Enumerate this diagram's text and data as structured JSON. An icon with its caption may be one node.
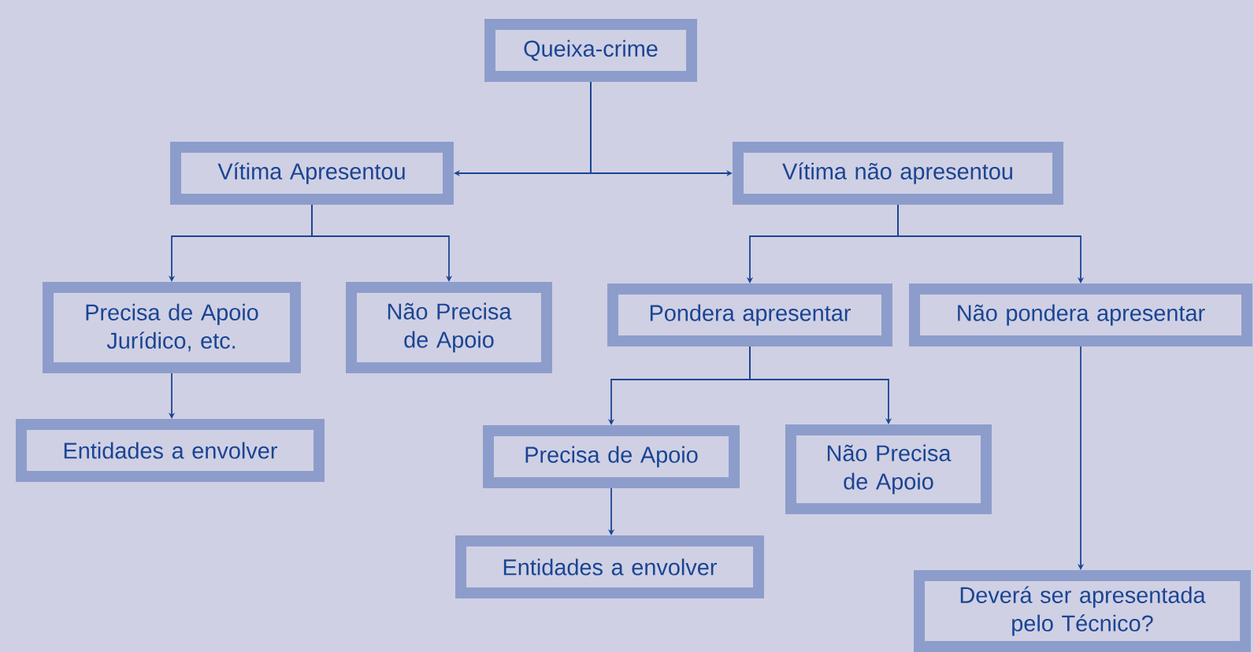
{
  "diagram": {
    "nodes": [
      {
        "text": [
          "Queixa-crime"
        ]
      },
      {
        "text": [
          "Vítima Apresentou"
        ]
      },
      {
        "text": [
          "Vítima não apresentou"
        ]
      },
      {
        "text": [
          "Precisa de Apoio Jurídico, etc."
        ]
      },
      {
        "text": [
          "Não Precisa de Apoio"
        ]
      },
      {
        "text": [
          "Pondera apresentar"
        ]
      },
      {
        "text": [
          "Não pondera apresentar"
        ]
      },
      {
        "text": [
          "Entidades a envolver"
        ]
      },
      {
        "text": [
          "Precisa de Apoio"
        ]
      },
      {
        "text": [
          "Não Precisa de Apoio"
        ]
      },
      {
        "text": [
          "Entidades a envolver"
        ]
      },
      {
        "text": [
          "Deverá ser apresentada pelo Técnico?"
        ]
      }
    ],
    "edges": [
      {
        "from": 0,
        "to": 1,
        "arrow": "to"
      },
      {
        "from": 0,
        "to": 2,
        "arrow": "to"
      },
      {
        "from": 1,
        "to": 3,
        "arrow": "to"
      },
      {
        "from": 1,
        "to": 4,
        "arrow": "to"
      },
      {
        "from": 3,
        "to": 7,
        "arrow": "to"
      },
      {
        "from": 2,
        "to": 5,
        "arrow": "to"
      },
      {
        "from": 2,
        "to": 6,
        "arrow": "to"
      },
      {
        "from": 5,
        "to": 8,
        "arrow": "to"
      },
      {
        "from": 5,
        "to": 9,
        "arrow": "to"
      },
      {
        "from": 8,
        "to": 10,
        "arrow": "to"
      },
      {
        "from": 6,
        "to": 11,
        "arrow": "to"
      }
    ]
  }
}
